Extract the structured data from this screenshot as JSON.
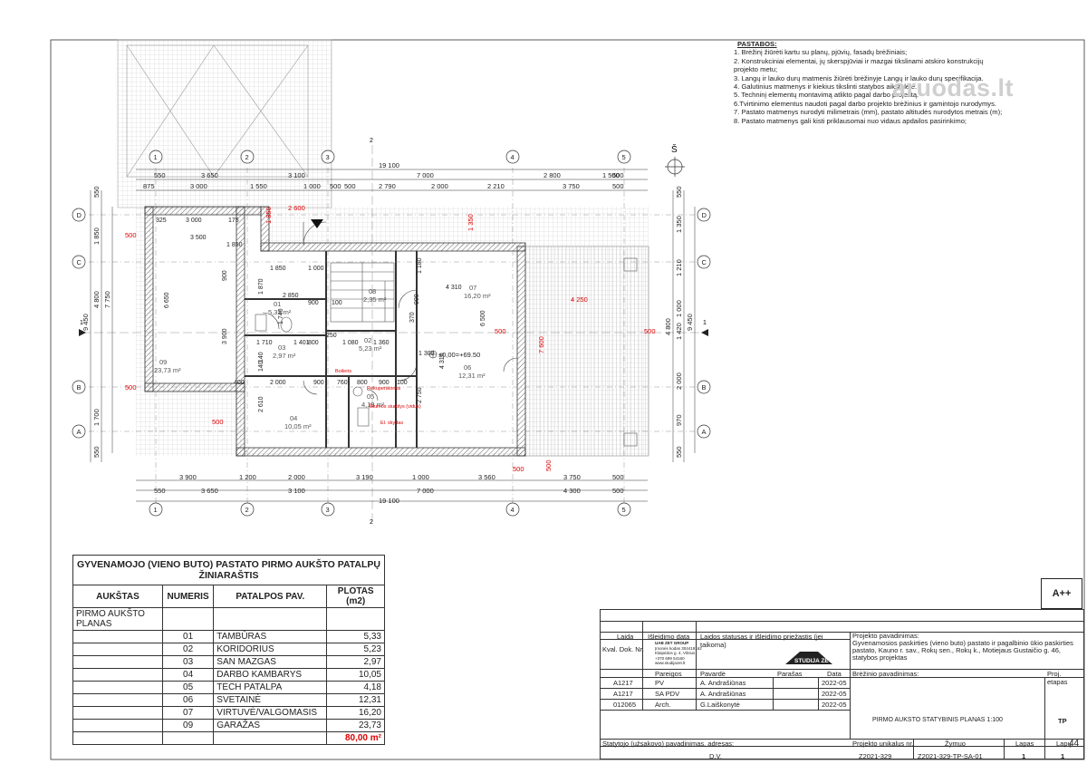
{
  "notes": {
    "title": "PASTABOS:",
    "items": [
      "1. Brėžinį žiūrėti kartu su planų, pjūvių, fasadų brėžiniais;",
      "2. Konstrukciniai elementai, jų skerspjūviai ir mazgai tikslinami atskiro konstrukcijų projekto metu;",
      "3. Langų ir lauko durų matmenis žiūrėti brėžinyje Langų ir lauko durų specifikacija.",
      "4. Galutinius matmenys ir kiekius tikslinti statybos aikštelėje.",
      "5. Techninį elementų montavimą atlikto pagal darbo projektą.",
      "6.Tvirtinimo elementus naudoti pagal darbo projekto brėžinius ir gamintojo nurodymys.",
      "7. Pastato matmenys nurodyti milimetrais (mm), pastato altitudės nurodytos metrais (m);",
      "8. Pastato matmenys gali kisti priklausomai nuo vidaus apdailos pasirinkimo;"
    ]
  },
  "watermark": "aruodas.lt",
  "energy_class": "A++",
  "north_label": "Š",
  "plan": {
    "axes_x": [
      "1",
      "2",
      "3",
      "4",
      "5"
    ],
    "axes_y": [
      "D",
      "C",
      "B",
      "A"
    ],
    "dims_top_total": "19 100",
    "dims_top_1": [
      "550",
      "3 650",
      "3 100",
      "7 000",
      "2 800",
      "1 500",
      "500"
    ],
    "dims_top_2": [
      "875",
      "3 000",
      "1 550",
      "1 000",
      "500",
      "500",
      "2 790",
      "2 000",
      "2 210",
      "3 750",
      "500"
    ],
    "dims_bottom_1": [
      "3 900",
      "1 200",
      "2 000",
      "3 190",
      "1 000",
      "3 560",
      "3 750",
      "500"
    ],
    "dims_bottom_2": [
      "550",
      "3 650",
      "3 100",
      "7 000",
      "4 300",
      "500"
    ],
    "dims_bottom_total": "19 100",
    "dims_left_outer": [
      "550",
      "1 850",
      "4 800",
      "1 700",
      "550"
    ],
    "dims_left_total": "9 450",
    "dims_left_inner": "7 750",
    "dims_right": [
      "550",
      "1 350",
      "1 210",
      "1 000",
      "1 420",
      "2 000",
      "970",
      "550"
    ],
    "dims_right_total": "9 450",
    "dims_right_inner": "4 800",
    "red_dims": [
      "2 600",
      "500",
      "500",
      "500",
      "500",
      "1 350",
      "4 250",
      "500",
      "7 600",
      "500",
      "500",
      "1 850"
    ],
    "elevation": "±0,00=+69.50",
    "section_mark": "2",
    "section_mark_side": "1",
    "rooms": [
      {
        "num": "01",
        "area": "5,33 m²"
      },
      {
        "num": "02",
        "area": "5,23 m²"
      },
      {
        "num": "03",
        "area": "2,97 m²"
      },
      {
        "num": "04",
        "area": "10,05 m²"
      },
      {
        "num": "05",
        "area": "4,18 m²"
      },
      {
        "num": "06",
        "area": "12,31 m²"
      },
      {
        "num": "07",
        "area": "16,20 m²"
      },
      {
        "num": "08",
        "area": "2,35 m²"
      },
      {
        "num": "09",
        "area": "23,73 m²"
      }
    ],
    "equipment": [
      "Boileris",
      "Rekuperatorius",
      "Šilumos siurblys (vidus)",
      "El. skydas"
    ],
    "inner_dims": [
      "325",
      "3 000",
      "175",
      "3 500",
      "1 850",
      "6 650",
      "3 900",
      "900",
      "400",
      "1 850",
      "1 000",
      "1 870",
      "2 850",
      "900",
      "100",
      "1 740",
      "1 710",
      "1 401",
      "800",
      "1 080",
      "1 360",
      "250",
      "140",
      "2 000",
      "900",
      "760",
      "800",
      "900",
      "100",
      "2 610",
      "1 180",
      "4 310",
      "370",
      "900",
      "1 300",
      "4 310",
      "6 500",
      "2 750",
      "140"
    ]
  },
  "schedule": {
    "title": "GYVENAMOJO (VIENO BUTO) PASTATO PIRMO AUKŠTO PATALPŲ ŽINIARAŠTIS",
    "headers": [
      "AUKŠTAS",
      "NUMERIS",
      "PATALPOS PAV.",
      "PLOTAS (m2)"
    ],
    "floor": "PIRMO AUKŠTO PLANAS",
    "rows": [
      {
        "num": "01",
        "name": "TAMBŪRAS",
        "area": "5,33"
      },
      {
        "num": "02",
        "name": "KORIDORIUS",
        "area": "5,23"
      },
      {
        "num": "03",
        "name": "SAN MAZGAS",
        "area": "2,97"
      },
      {
        "num": "04",
        "name": "DARBO KAMBARYS",
        "area": "10,05"
      },
      {
        "num": "05",
        "name": "TECH PATALPA",
        "area": "4,18"
      },
      {
        "num": "06",
        "name": "SVETAINĖ",
        "area": "12,31"
      },
      {
        "num": "07",
        "name": "VIRTUVĖ/VALGOMASIS",
        "area": "16,20"
      },
      {
        "num": "09",
        "name": "GARAŽAS",
        "area": "23,73"
      }
    ],
    "total": "80,00 m²"
  },
  "title_block": {
    "laida": "Laida",
    "isleidimo_data": "Išleidimo data",
    "laidos_statusas": "Laidos statusas ir išleidimo priežastis (jei taikoma)",
    "kval_dok": "Kval. Dok. Nr.",
    "company_lines": [
      "UAB ZET GROUP",
      "Įmonės kodas 304419162",
      "Klaipėdos g. 4, Vilnius",
      "+370 699 54160",
      "www.studijazet.lt"
    ],
    "logo_text": "STUDIJA ZET",
    "pareigos": "Pareigos",
    "pavarde": "Pavardė",
    "parasas": "Parašas",
    "data": "Data",
    "staff": [
      {
        "code": "A1217",
        "role": "PV",
        "name": "A. Andrašiūnas",
        "date": "2022-05"
      },
      {
        "code": "A1217",
        "role": "SA PDV",
        "name": "A. Andrašiūnas",
        "date": "2022-05"
      },
      {
        "code": "012065",
        "role": "Arch.",
        "name": "G.Laiškonytė",
        "date": "2022-05"
      }
    ],
    "project_label": "Projekto pavadinimas:",
    "project_name": "Gyvenamosios paskirties (vieno buto) pastato ir pagalbinio ūkio paskirties pastato, Kauno r. sav., Rokų sen., Rokų k., Motiejaus Gustaičio g. 46, statybos projektas",
    "drawing_label": "Brėžinio pavadinimas:",
    "drawing_name": "PIRMO AUKŠTO STATYBINIS PLANAS 1:100",
    "proj_etapas": "Proj. etapas",
    "etapas": "TP",
    "owner_label": "Statytojo (užsakovo) pavadinimas, adresas:",
    "owner": "D.V.",
    "unique_label": "Projekto unikalus nr.",
    "unique": "Z2021-329",
    "zymuo_label": "Žymuo",
    "zymuo": "Z2021-329-TP-SA-01",
    "lapas_label": "Lapas",
    "lapas": "1",
    "lapu_label": "Lapų",
    "lapu": "1",
    "page": "44"
  }
}
